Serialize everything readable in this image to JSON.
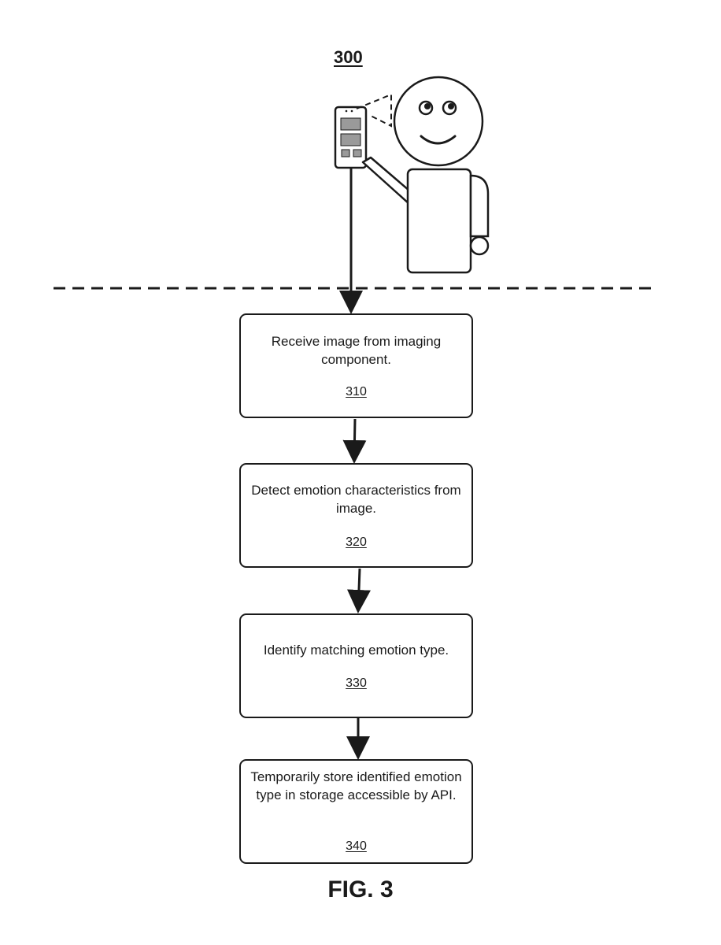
{
  "figure_ref": "300",
  "caption": "FIG. 3",
  "steps": [
    {
      "text": "Receive image from imaging component.",
      "ref": "310"
    },
    {
      "text": "Detect emotion characteristics from image.",
      "ref": "320"
    },
    {
      "text": "Identify matching emotion type.",
      "ref": "330"
    },
    {
      "text": "Temporarily store identified emotion type in storage accessible by API.",
      "ref": "340"
    }
  ],
  "colors": {
    "stroke": "#1a1a1a",
    "screen_fill": "#9a9a9a",
    "background": "#ffffff"
  },
  "icons": [
    "smartphone-icon",
    "person-icon",
    "camera-view-cone-icon"
  ]
}
